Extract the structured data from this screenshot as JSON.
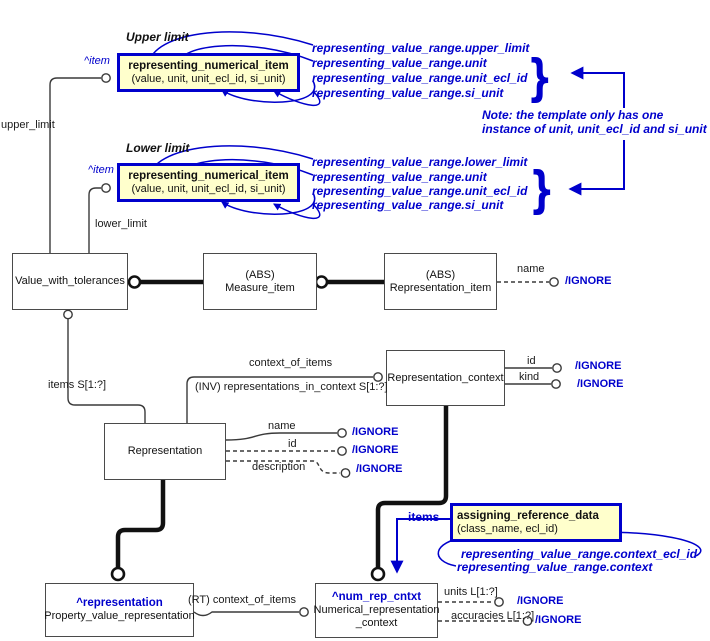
{
  "colors": {
    "accent_blue": "#0000cc",
    "template_fill": "#ffffcc",
    "entity_border": "#4a4a4a",
    "thick_line": "#111111"
  },
  "templates": {
    "upper": {
      "caption": "Upper limit",
      "anchor": "^item",
      "title": "representing_numerical_item",
      "attrs": "(value, unit, unit_ecl_id, si_unit)"
    },
    "lower": {
      "caption": "Lower limit",
      "anchor": "^item",
      "title": "representing_numerical_item",
      "attrs": "(value, unit, unit_ecl_id, si_unit)"
    },
    "assigning": {
      "anchor_label": "items",
      "title": "assigning_reference_data",
      "attrs": "(class_name, ecl_id)"
    }
  },
  "refs": {
    "brace": "}",
    "upper": [
      "representing_value_range.upper_limit",
      "representing_value_range.unit",
      "representing_value_range.unit_ecl_id",
      "representing_value_range.si_unit"
    ],
    "lower": [
      "representing_value_range.lower_limit",
      "representing_value_range.unit",
      "representing_value_range.unit_ecl_id",
      "representing_value_range.si_unit"
    ],
    "assigning": [
      "representing_value_range.context_ecl_id",
      "representing_value_range.context"
    ]
  },
  "note": {
    "line1": "Note: the template only has one",
    "line2": "instance of unit, unit_ecl_id and si_unit"
  },
  "entities": {
    "value_with_tolerances": {
      "label": "Value_with_tolerances"
    },
    "measure_item": {
      "stereotype": "(ABS)",
      "label": "Measure_item"
    },
    "representation_item": {
      "stereotype": "(ABS)",
      "label": "Representation_item"
    },
    "representation_context": {
      "label": "Representation_context"
    },
    "representation": {
      "label": "Representation"
    },
    "property_value_representation": {
      "anchor": "^representation",
      "label": "Property_value_representation"
    },
    "numerical_representation_context": {
      "anchor": "^num_rep_cntxt",
      "label_line1": "Numerical_representation",
      "label_line2": "_context"
    }
  },
  "edges": {
    "upper_limit": "upper_limit",
    "lower_limit": "lower_limit",
    "items_set": "items S[1:?]",
    "context_of_items": "context_of_items",
    "inv_representations": "(INV) representations_in_context S[1:?]",
    "name": "name",
    "id": "id",
    "kind": "kind",
    "description": "description",
    "rt_context_of_items": "(RT) context_of_items",
    "units": "units L[1:?]",
    "accuracies": "accuracies L[1:?]",
    "ignore": "/IGNORE"
  }
}
